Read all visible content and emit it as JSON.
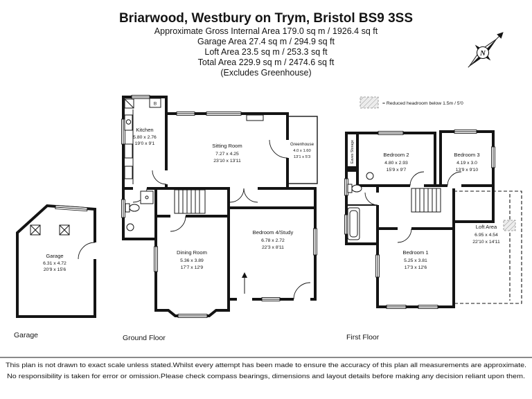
{
  "header": {
    "title": "Briarwood, Westbury on Trym, Bristol BS9 3SS",
    "line1": "Approximate Gross Internal Area 179.0 sq m / 1926.4 sq ft",
    "line2": "Garage Area 27.4 sq m / 294.9 sq ft",
    "line3": "Loft Area 23.5 sq m / 253.3 sq ft",
    "line4": "Total Area 229.9 sq m / 2474.6 sq ft",
    "line5": "(Excludes Greenhouse)"
  },
  "compass": {
    "north_label": "N"
  },
  "legend": {
    "reduced_headroom": "= Reduced headroom below 1.5m / 5'0"
  },
  "labels": {
    "boiler": "B"
  },
  "floors": {
    "garage_label": "Garage",
    "ground_label": "Ground Floor",
    "first_label": "First Floor"
  },
  "rooms": {
    "garage": {
      "name": "Garage",
      "metric": "6.31 x 4.72",
      "imperial": "20'9 x 15'6"
    },
    "kitchen": {
      "name": "Kitchen",
      "metric": "5.80 x 2.76",
      "imperial": "19'0 x 9'1"
    },
    "sitting_room": {
      "name": "Sitting Room",
      "metric": "7.27 x 4.25",
      "imperial": "23'10 x 13'11"
    },
    "greenhouse": {
      "name": "Greenhouse",
      "metric": "4.0 x 1.60",
      "imperial": "13'1 x 5'3"
    },
    "dining_room": {
      "name": "Dining Room",
      "metric": "5.36 x 3.89",
      "imperial": "17'7 x 12'9"
    },
    "bedroom4": {
      "name": "Bedroom 4/Study",
      "metric": "6.78 x 2.72",
      "imperial": "22'3 x 8'11"
    },
    "bedroom2": {
      "name": "Bedroom 2",
      "metric": "4.80 x 2.93",
      "imperial": "15'9 x 9'7"
    },
    "bedroom3": {
      "name": "Bedroom 3",
      "metric": "4.19 x 3.0",
      "imperial": "13'9 x 9'10"
    },
    "bedroom1": {
      "name": "Bedroom 1",
      "metric": "5.25 x 3.81",
      "imperial": "17'3 x 12'6"
    },
    "loft": {
      "name": "Loft Area",
      "metric": "6.95 x 4.54",
      "imperial": "22'10 x 14'11"
    },
    "eaves": {
      "name": "Eaves Storage"
    }
  },
  "footer": {
    "line1": "This plan is not drawn to exact scale unless stated.Whilst every attempt has been made to ensure the accuracy of this plan all measurements are approximate.",
    "line2": "No responsibility is taken for error or omission.Please check compass bearings, dimensions and layout details before making any decision reliant upon them."
  }
}
